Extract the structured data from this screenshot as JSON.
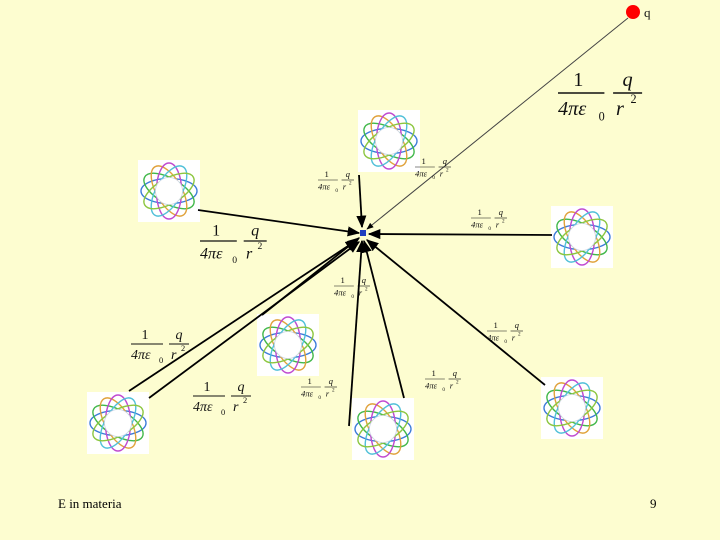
{
  "source_label": "q",
  "formula": {
    "numerator_left": "1",
    "numerator_right": "q",
    "denominator_left": "4πε",
    "denominator_subscript": "0",
    "denominator_right": "r",
    "denominator_power": "2"
  },
  "footer": {
    "left": "E in materia",
    "right": "9"
  },
  "colors": {
    "background": "#fdfdd0",
    "charge": "#ff0000",
    "point": "#1f3fbf",
    "arrow": "#000000"
  },
  "icons": [
    "atom-icon"
  ]
}
